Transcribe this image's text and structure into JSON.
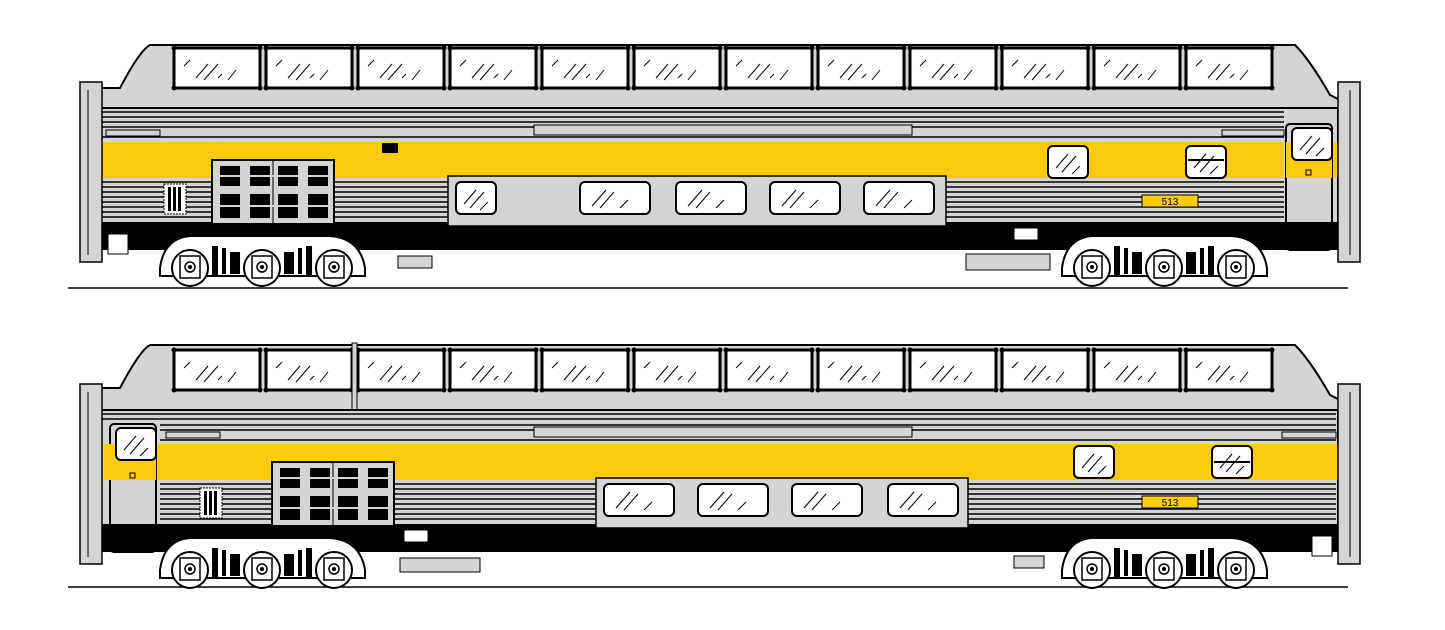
{
  "colors": {
    "yellow": "#FCCB0E",
    "gray": "#D4D4D4",
    "black": "#000000",
    "white": "#FFFFFF"
  },
  "cars": [
    {
      "id": "top",
      "orientation": "door-right",
      "number": "513",
      "dome_window_count": 12,
      "lower_window_count": 5,
      "upper_window_count": 2
    },
    {
      "id": "bottom",
      "orientation": "door-left",
      "number": "513",
      "dome_window_count": 12,
      "lower_window_count": 4,
      "upper_window_count": 2
    }
  ]
}
